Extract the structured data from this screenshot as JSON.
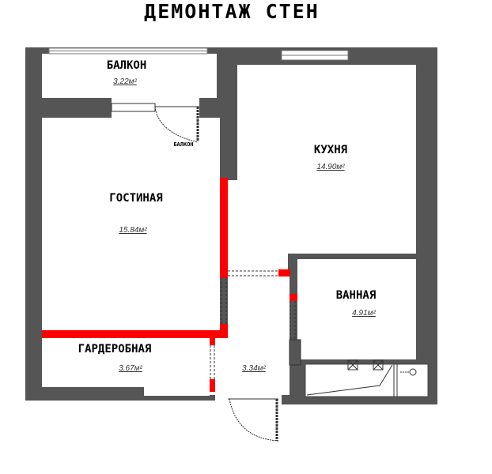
{
  "title": "ДЕМОНТАЖ СТЕН",
  "colors": {
    "wall": "#555555",
    "demolished_wall": "#ff0000",
    "room": "#ffffff"
  },
  "rooms": {
    "balcony": {
      "name": "БАЛКОН",
      "area": "3.22м²"
    },
    "living": {
      "name": "ГОСТИНАЯ",
      "area": "15.84м²"
    },
    "kitchen": {
      "name": "КУХНЯ",
      "area": "14.90м²"
    },
    "bathroom": {
      "name": "ВАННАЯ",
      "area": "4.91м²"
    },
    "wardrobe": {
      "name": "ГАРДЕРОБНАЯ",
      "area": "3.67м²"
    },
    "hall": {
      "name": "",
      "area": "3.34м²"
    }
  },
  "balcony_door_label": "БАЛКОН"
}
